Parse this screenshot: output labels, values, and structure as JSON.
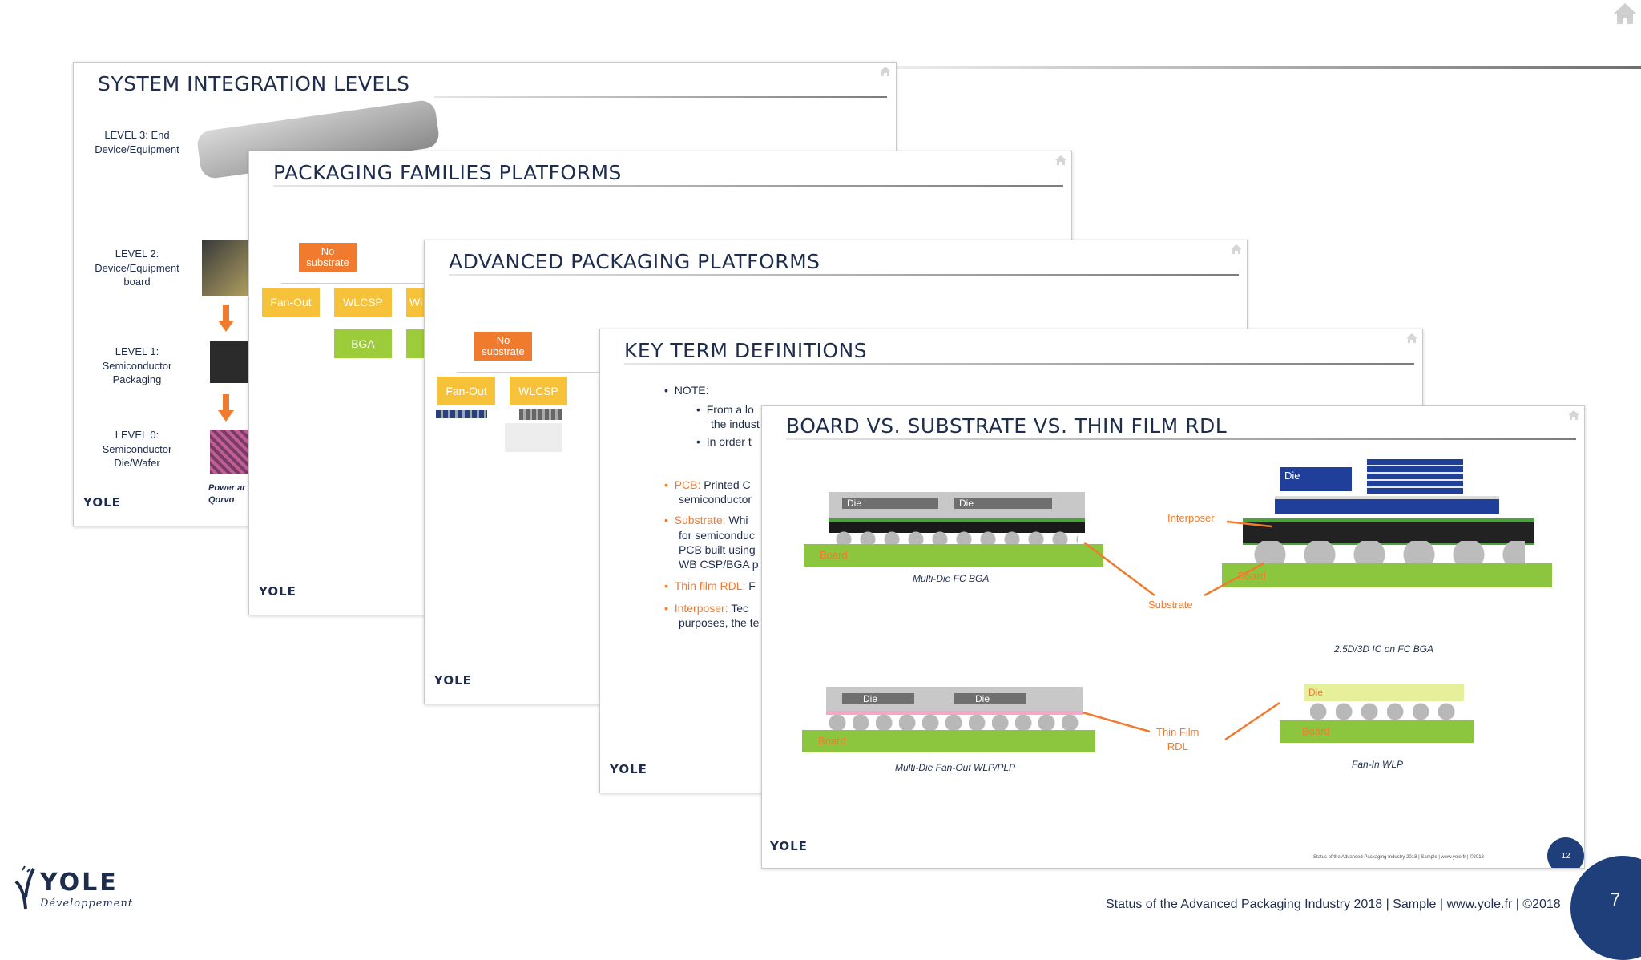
{
  "footer": {
    "text": "Status of the Advanced Packaging Industry 2018 | Sample | www.yole.fr | ©2018",
    "page_number": "7",
    "logo_text": "YOLE",
    "logo_subtext": "Développement"
  },
  "slides": {
    "s1": {
      "title": "SYSTEM INTEGRATION LEVELS",
      "levels": [
        {
          "label": "LEVEL 3: End Device/Equipment"
        },
        {
          "label": "LEVEL 2: Device/Equipment board"
        },
        {
          "label": "LEVEL 1: Semiconductor Packaging"
        },
        {
          "label": "LEVEL 0: Semiconductor Die/Wafer"
        }
      ],
      "caption": "Power ar\nQorvo",
      "logo": "YOLE"
    },
    "s2": {
      "title": "PACKAGING FAMILIES PLATFORMS",
      "boxes": {
        "no_substrate": "No substrate",
        "fan_out": "Fan-Out",
        "wlcsp": "WLCSP",
        "wi": "Wi",
        "bga": "BGA"
      },
      "logo": "YOLE"
    },
    "s3": {
      "title": "ADVANCED PACKAGING PLATFORMS",
      "boxes": {
        "no_substrate": "No substrate",
        "fan_out": "Fan-Out",
        "wlcsp": "WLCSP"
      },
      "logo": "YOLE"
    },
    "s4": {
      "title": "KEY TERM DEFINITIONS",
      "note": "NOTE:",
      "note_items": [
        "From a lo",
        "the indust",
        "In order t"
      ],
      "definitions": [
        {
          "key": "PCB:",
          "text": " Printed C",
          "cont": "semiconductor"
        },
        {
          "key": "Substrate:",
          "text": " Whi",
          "cont": "for semiconduc\nPCB built using\nWB CSP/BGA p"
        },
        {
          "key": "Thin film RDL:",
          "text": " F",
          "cont": ""
        },
        {
          "key": "Interposer:",
          "text": " Tec",
          "cont": "purposes, the te"
        }
      ],
      "logo": "YOLE"
    },
    "s5": {
      "title": "BOARD VS. SUBSTRATE VS. THIN FILM RDL",
      "die": "Die",
      "board": "Board",
      "captions": {
        "multi_die_fc_bga": "Multi-Die FC BGA",
        "ic_on_fc_bga": "2.5D/3D IC on FC BGA",
        "multi_die_fanout": "Multi-Die Fan-Out WLP/PLP",
        "fan_in_wlp": "Fan-In WLP"
      },
      "labels": {
        "interposer": "Interposer",
        "substrate": "Substrate",
        "thin_film_rdl": "Thin Film\nRDL"
      },
      "footer_text": "Status of the Advanced Packaging Industry 2018 | Sample | www.yole.fr | ©2018",
      "page_number": "12",
      "logo": "YOLE"
    }
  },
  "colors": {
    "navy": "#1f2d4d",
    "orange": "#f07b2e",
    "yellow": "#f6c23a",
    "lime": "#9ccc3a",
    "board_green": "#8cc63f",
    "die_gray": "#c8c8c8",
    "page_circle": "#1f3f7a"
  },
  "icons": [
    "home-icon"
  ]
}
